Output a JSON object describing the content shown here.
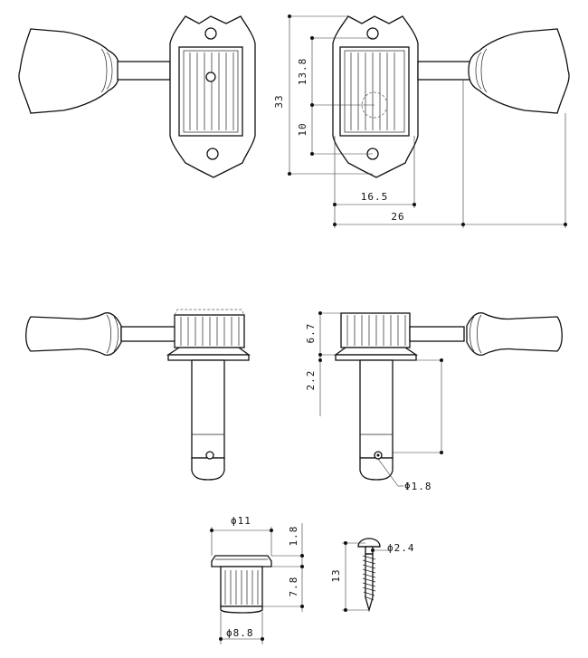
{
  "dimensions": {
    "height_total": "33",
    "post_offset": "13.8",
    "post_to_bottom": "10",
    "post_from_edge": "16.5",
    "total_width": "26",
    "bushing_height": "6.7",
    "post_length": "2.2",
    "post_hole": "Φ1.8",
    "bushing_outer": "ϕ11",
    "bushing_flange": "1.8",
    "bushing_body": "7.8",
    "bushing_inner": "ϕ8.8",
    "screw_head": "ϕ2.4",
    "screw_length": "13"
  }
}
